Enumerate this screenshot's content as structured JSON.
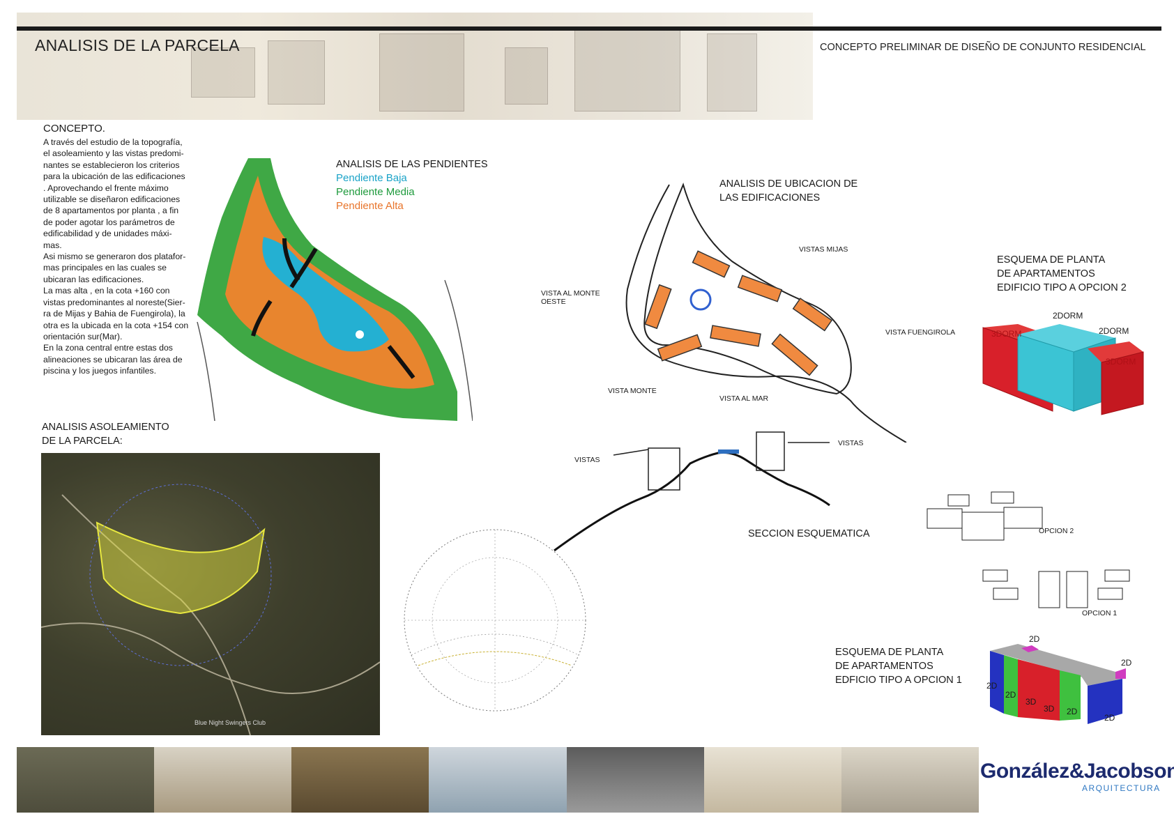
{
  "header": {
    "title": "ANALISIS DE LA PARCELA",
    "subtitle": "CONCEPTO PRELIMINAR DE DISEÑO DE CONJUNTO RESIDENCIAL"
  },
  "concept": {
    "title": "CONCEPTO.",
    "text": "A través del estudio de la topografía,\nel asoleamiento y las vistas predomi-\nnantes se establecieron los criterios\npara la ubicación de las edificaciones\n. Aprovechando el frente máximo\nutilizable se diseñaron edificaciones\nde 8 apartamentos  por planta , a fin\nde poder agotar los parámetros de\nedificabilidad y de unidades máxi-\nmas.\nAsi mismo se generaron dos platafor-\nmas principales en las cuales se\nubicaran las edificaciones.\nLa mas alta , en la cota +160 con\nvistas predominantes al noreste(Sier-\nra de Mijas y Bahia de Fuengirola), la\notra es la ubicada en la cota +154 con\norientación sur(Mar).\nEn la zona central entre estas dos\nalineaciones se ubicaran las área de\npiscina y los juegos infantiles."
  },
  "slopes": {
    "title": "ANALISIS DE LAS PENDIENTES",
    "legend": [
      {
        "label": "Pendiente Baja",
        "color": "#1aa3c8"
      },
      {
        "label": "Pendiente Media",
        "color": "#1e9a3c"
      },
      {
        "label": "Pendiente Alta",
        "color": "#e8742a"
      }
    ]
  },
  "location": {
    "title": "ANALISIS DE UBICACION DE\nLAS EDIFICACIONES",
    "views": {
      "mijas": "VISTAS MIJAS",
      "monte_oeste": "VISTA AL MONTE\nOESTE",
      "fuengirola": "VISTA FUENGIROLA",
      "monte": "VISTA MONTE",
      "mar": "VISTA AL MAR"
    }
  },
  "section": {
    "title": "SECCION ESQUEMATICA",
    "views_left": "VISTAS",
    "views_right": "VISTAS"
  },
  "sun": {
    "title": "ANALISIS ASOLEAMIENTO\nDE LA PARCELA:",
    "map_label": "Blue Night Swingers Club"
  },
  "scheme2": {
    "title": "ESQUEMA DE PLANTA\nDE APARTAMENTOS\nEDIFICIO TIPO A OPCION 2",
    "labels": [
      "2DORM",
      "2DORM",
      "3DORM",
      "3DORM"
    ]
  },
  "scheme1": {
    "title": "ESQUEMA DE PLANTA\nDE APARTAMENTOS\nEDFICIO TIPO A OPCION 1",
    "labels": [
      "2D",
      "2D",
      "2D",
      "2D",
      "3D",
      "3D",
      "2D",
      "2D"
    ]
  },
  "options": {
    "option2": "OPCION 2",
    "option1": "OPCION 1"
  },
  "logo": {
    "name": "González&Jacobson",
    "sub": "ARQUITECTURA"
  },
  "colors": {
    "slope_low": "#1aa3c8",
    "slope_mid": "#1e9a3c",
    "slope_high": "#e8742a",
    "block_red": "#d8202a",
    "block_cyan": "#3bc4d4",
    "block_green": "#3fc03f",
    "block_blue": "#2432c0",
    "block_magenta": "#d03cc0",
    "logo_blue": "#1c2a6e"
  }
}
